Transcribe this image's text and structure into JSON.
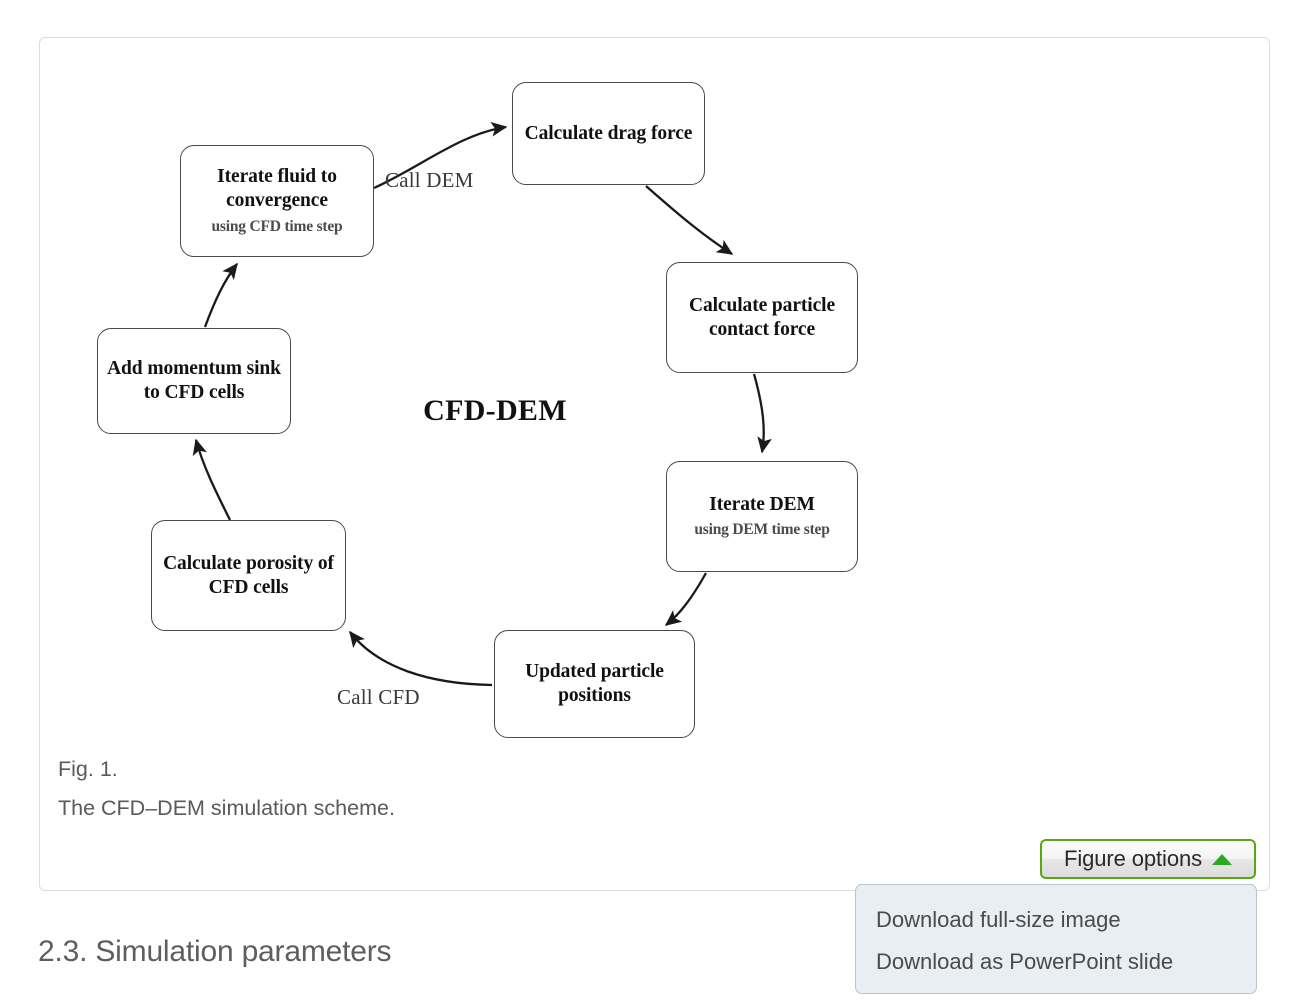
{
  "figure": {
    "center_title": "CFD-DEM",
    "nodes": [
      {
        "id": "iterate-fluid",
        "title": "Iterate fluid to convergence",
        "sub": "using CFD time step"
      },
      {
        "id": "drag-force",
        "title": "Calculate drag force",
        "sub": ""
      },
      {
        "id": "contact-force",
        "title": "Calculate particle contact force",
        "sub": ""
      },
      {
        "id": "iterate-dem",
        "title": "Iterate DEM",
        "sub": "using DEM time step"
      },
      {
        "id": "updated-pos",
        "title": "Updated particle positions",
        "sub": ""
      },
      {
        "id": "porosity",
        "title": "Calculate porosity of CFD cells",
        "sub": ""
      },
      {
        "id": "momentum-sink",
        "title": "Add momentum sink to CFD cells",
        "sub": ""
      }
    ],
    "edge_labels": {
      "call_dem": "Call DEM",
      "call_cfd": "Call CFD"
    },
    "caption": {
      "number": "Fig. 1.",
      "text": "The CFD–DEM simulation scheme."
    },
    "colors": {
      "node_border": "#4a4a4a",
      "panel_border": "#dcdcdc",
      "caption_text": "#5a5a5a",
      "button_border": "#5aa70b",
      "caret_green": "#2aa81f",
      "menu_background": "#e9eef2",
      "menu_border": "#b9c4cc"
    }
  },
  "figure_options": {
    "button_label": "Figure options",
    "caret_icon": "caret-up-icon",
    "menu_items": [
      "Download full-size image",
      "Download as PowerPoint slide"
    ]
  },
  "page": {
    "section_heading": "2.3. Simulation parameters"
  }
}
